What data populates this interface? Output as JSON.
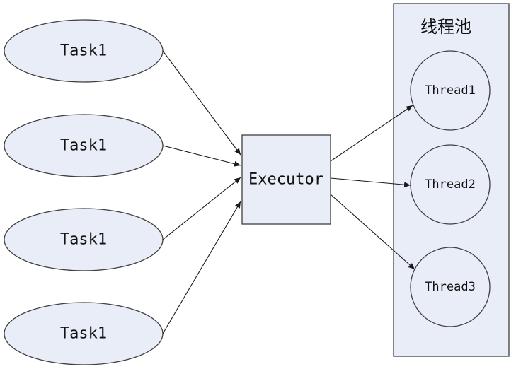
{
  "pool": {
    "title": "线程池"
  },
  "executor": {
    "label": "Executor"
  },
  "tasks": [
    {
      "label": "Task1"
    },
    {
      "label": "Task1"
    },
    {
      "label": "Task1"
    },
    {
      "label": "Task1"
    }
  ],
  "threads": [
    {
      "label": "Thread1"
    },
    {
      "label": "Thread2"
    },
    {
      "label": "Thread3"
    }
  ],
  "colors": {
    "fill": "#e8edf7",
    "stroke": "#3f3f3f",
    "arrow": "#1a1a1a"
  }
}
